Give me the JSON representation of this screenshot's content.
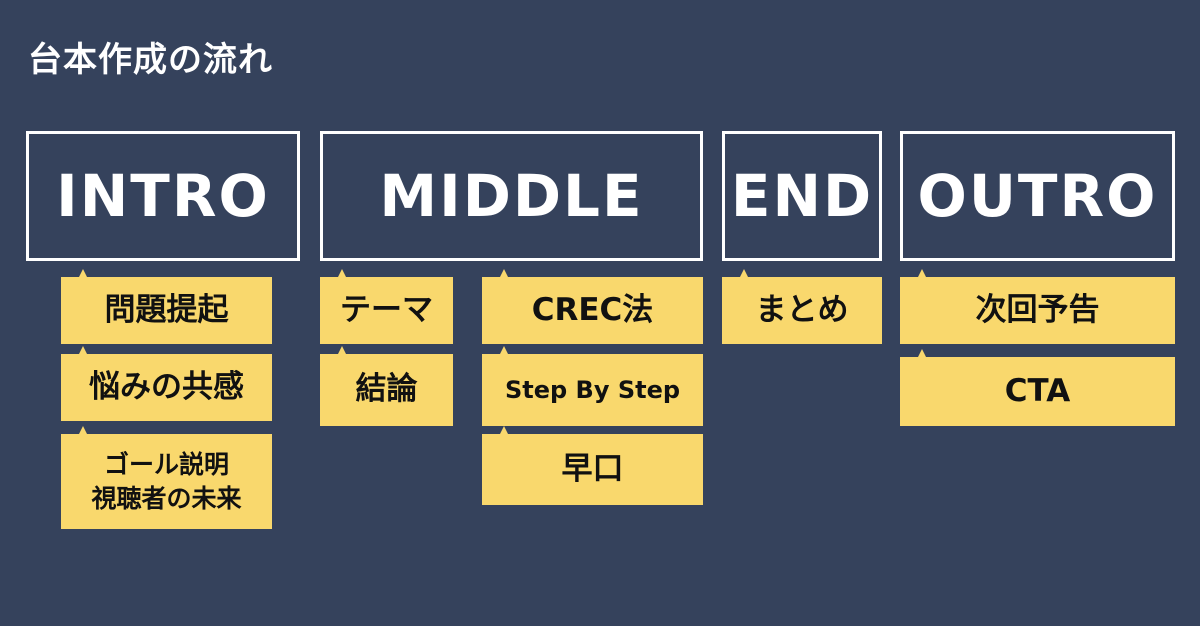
{
  "title": "台本作成の流れ",
  "sections": {
    "intro": "INTRO",
    "middle": "MIDDLE",
    "end": "END",
    "outro": "OUTRO"
  },
  "notes": {
    "intro": {
      "problem": "問題提起",
      "empathy": "悩みの共感",
      "goal_line1": "ゴール説明",
      "goal_line2": "視聴者の未来"
    },
    "middle": {
      "theme": "テーマ",
      "conclusion": "結論",
      "crec": "CREC法",
      "step": "Step By Step",
      "fast": "早口"
    },
    "end": {
      "summary": "まとめ"
    },
    "outro": {
      "next": "次回予告",
      "cta": "CTA"
    }
  }
}
